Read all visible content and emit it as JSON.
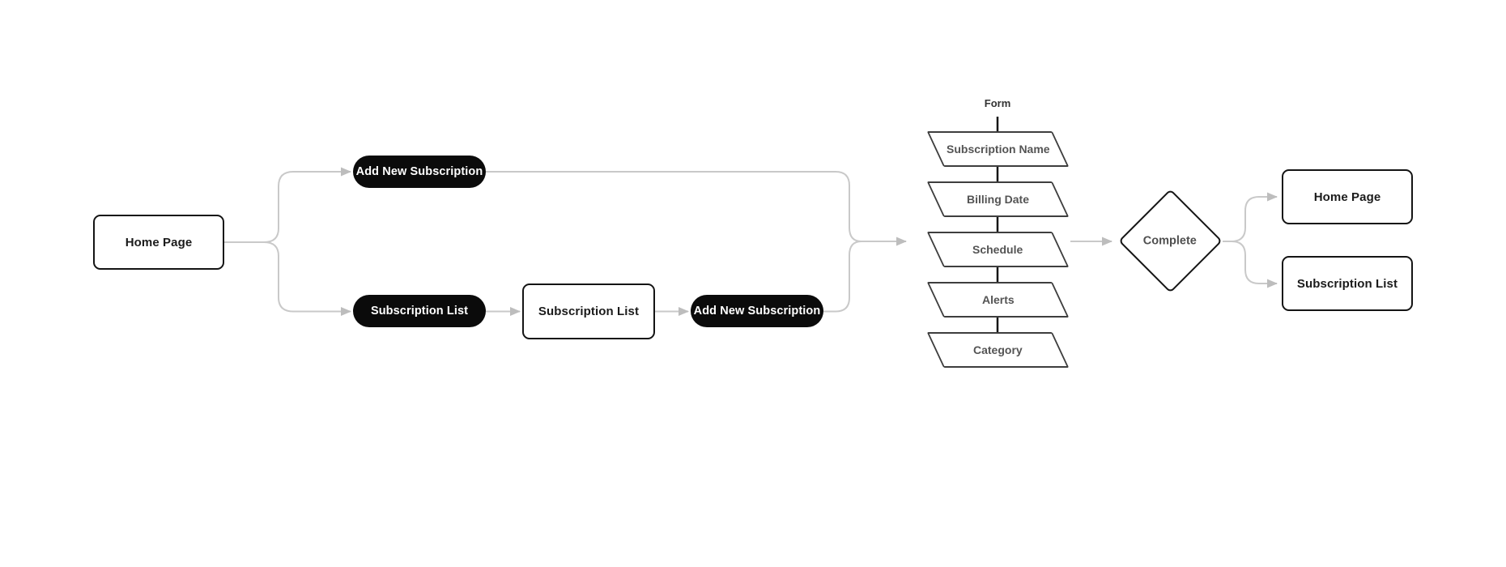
{
  "canvas": {
    "background": "#ffffff"
  },
  "palette": {
    "connector": "#c9c9c9",
    "arrowhead": "#bdbdbd",
    "step_connector": "#151515",
    "node_border": "#141414",
    "pill_background": "#0b0b0b",
    "pill_text": "#ffffff",
    "screen_text": "#1b1b1b",
    "parallelogram_border": "#3e3e3e",
    "parallelogram_text": "#545454",
    "section_label_text": "#333333",
    "decision_text": "#4f4f4f"
  },
  "diagram": {
    "start": {
      "label": "Home Page"
    },
    "branch_add_new_top": {
      "label": "Add New Subscription"
    },
    "branch_list_pill": {
      "label": "Subscription List"
    },
    "list_screen": {
      "label": "Subscription List"
    },
    "add_new_action": {
      "label": "Add New Subscription"
    },
    "form": {
      "label": "Form",
      "steps": [
        "Subscription Name",
        "Billing Date",
        "Schedule",
        "Alerts",
        "Category"
      ]
    },
    "decision": {
      "label": "Complete"
    },
    "end_home": {
      "label": "Home Page"
    },
    "end_list": {
      "label": "Subscription List"
    }
  }
}
